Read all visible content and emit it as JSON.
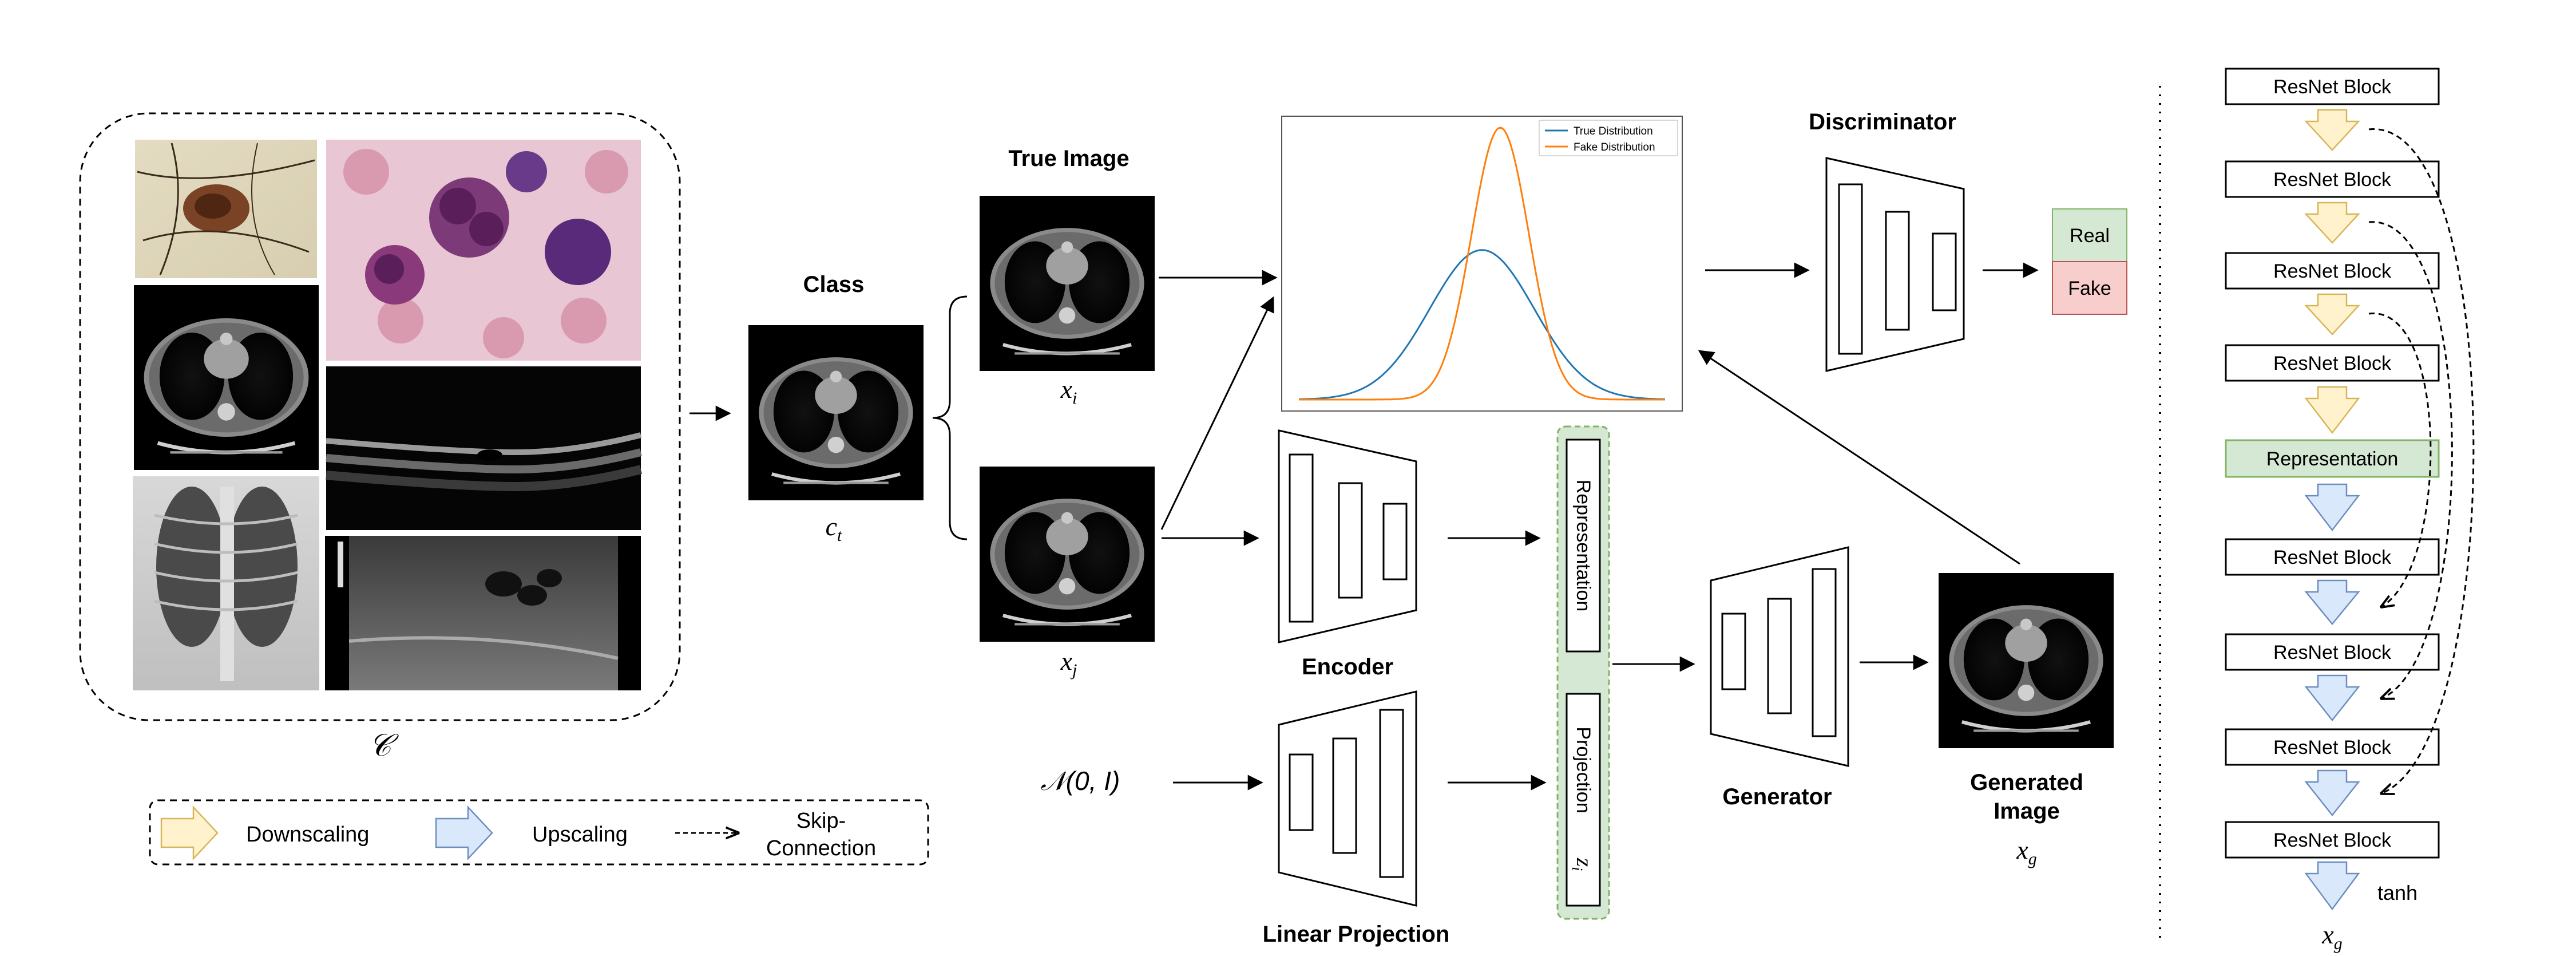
{
  "colors": {
    "downscale_fill": "#fff2cc",
    "downscale_stroke": "#d6b656",
    "upscale_fill": "#dae8fc",
    "upscale_stroke": "#6c8ebf",
    "green_fill": "#d5e8d4",
    "green_stroke": "#82b366",
    "real_fill": "#d5e8d4",
    "fake_fill": "#f8cecc",
    "true_dist": "#1f77b4",
    "fake_dist": "#ff7f0e"
  },
  "dataset": {
    "label": "𝒞"
  },
  "legend": {
    "downscaling": "Downscaling",
    "upscaling": "Upscaling",
    "skip_line1": "Skip-",
    "skip_line2": "Connection"
  },
  "class_block": {
    "title": "Class",
    "var": "c",
    "sub": "t"
  },
  "true_image": {
    "title": "True Image",
    "xi_var": "x",
    "xi_sub": "i",
    "xj_var": "x",
    "xj_sub": "j"
  },
  "distribution_plot": {
    "legend_true": "True Distribution",
    "legend_fake": "Fake Distribution"
  },
  "chart_data": {
    "type": "line",
    "series": [
      {
        "name": "True Distribution",
        "mean": 0.0,
        "std": 1.0
      },
      {
        "name": "Fake Distribution",
        "mean": 0.35,
        "std": 0.55
      }
    ],
    "xlim": [
      -3.5,
      3.5
    ],
    "legend_position": "top-right"
  },
  "discriminator": {
    "title": "Discriminator",
    "real": "Real",
    "fake": "Fake"
  },
  "encoder": {
    "title": "Encoder"
  },
  "latent": {
    "representation": "Representation",
    "projection": "Projection",
    "z_var": "z",
    "z_sub": "i"
  },
  "noise": {
    "label": "𝒩(0, I)"
  },
  "linear_projection": {
    "title": "Linear Projection"
  },
  "generator": {
    "title": "Generator"
  },
  "generated": {
    "title_line1": "Generated",
    "title_line2": "Image",
    "var": "x",
    "sub": "g"
  },
  "unet": {
    "blocks": [
      "ResNet Block",
      "ResNet Block",
      "ResNet Block",
      "ResNet Block"
    ],
    "middle": "Representation",
    "up_blocks": [
      "ResNet Block",
      "ResNet Block",
      "ResNet Block",
      "ResNet Block"
    ],
    "tanh": "tanh",
    "out_var": "x",
    "out_sub": "g"
  }
}
